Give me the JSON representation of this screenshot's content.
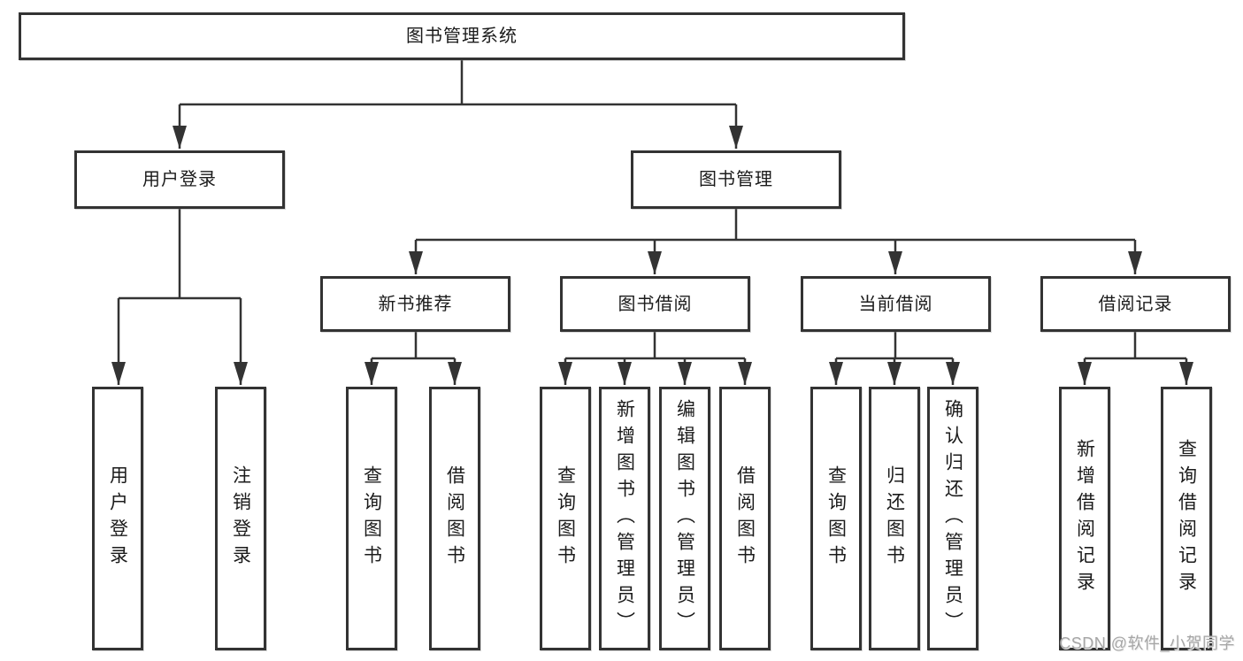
{
  "diagram": {
    "tree": {
      "label": "图书管理系统",
      "children": [
        {
          "label": "用户登录",
          "children": [
            {
              "label": "用户登录"
            },
            {
              "label": "注销登录"
            }
          ]
        },
        {
          "label": "图书管理",
          "children": [
            {
              "label": "新书推荐",
              "children": [
                {
                  "label": "查询图书"
                },
                {
                  "label": "借阅图书"
                }
              ]
            },
            {
              "label": "图书借阅",
              "children": [
                {
                  "label": "查询图书"
                },
                {
                  "label": "新增图书（管理员）"
                },
                {
                  "label": "编辑图书（管理员）"
                },
                {
                  "label": "借阅图书"
                }
              ]
            },
            {
              "label": "当前借阅",
              "children": [
                {
                  "label": "查询图书"
                },
                {
                  "label": "归还图书"
                },
                {
                  "label": "确认归还（管理员）"
                }
              ]
            },
            {
              "label": "借阅记录",
              "children": [
                {
                  "label": "新增借阅记录"
                },
                {
                  "label": "查询借阅记录"
                }
              ]
            }
          ]
        }
      ]
    },
    "watermark": "CSDN @软件_小贺同学",
    "colors": {
      "line": "#333333",
      "text": "#1b1b1b",
      "background": "#ffffff",
      "watermark": "#a6a6a6"
    }
  }
}
